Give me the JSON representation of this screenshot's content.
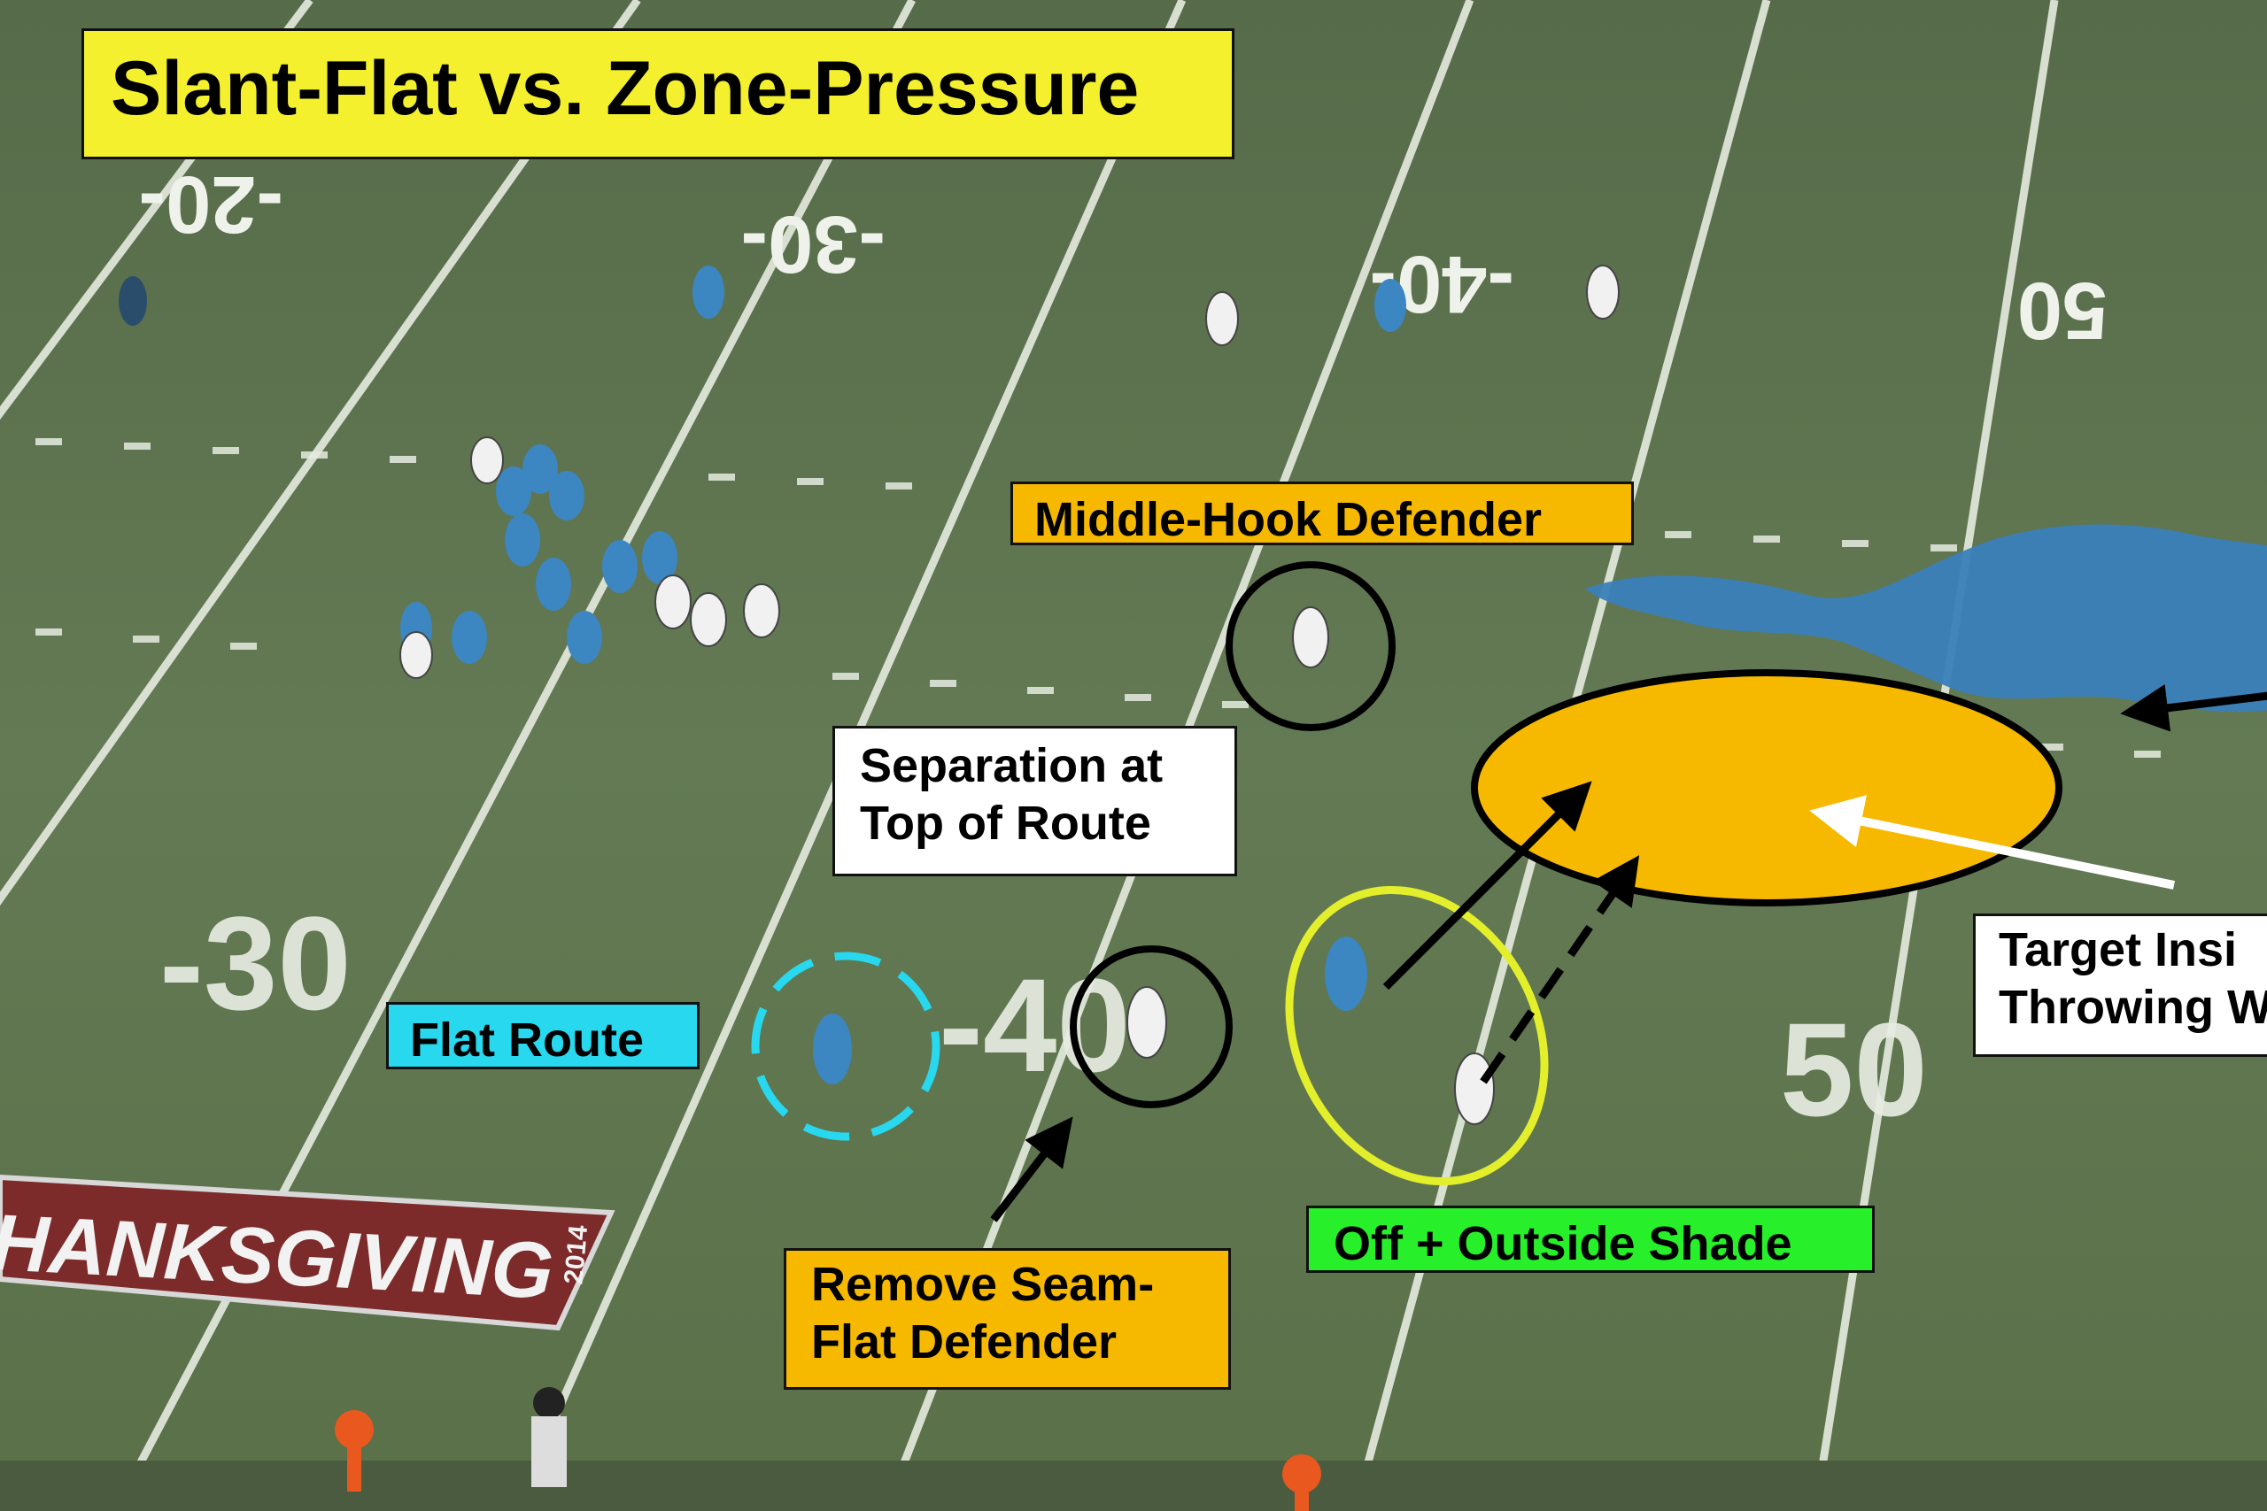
{
  "title": "Slant-Flat vs. Zone-Pressure",
  "yard_numbers_far": [
    "-20-",
    "-30-",
    "-40-",
    "50"
  ],
  "yard_numbers_near": [
    "-30",
    "-40",
    "50"
  ],
  "banner": {
    "text": "HANKSGIVING",
    "year": "2014"
  },
  "labels": {
    "middle_hook": "Middle-Hook Defender",
    "separation": [
      "Separation at",
      "Top of Route"
    ],
    "flat_route": "Flat Route",
    "remove_seam": [
      "Remove Seam-",
      "Flat Defender"
    ],
    "off_outside": "Off + Outside Shade",
    "target": [
      "Target Insi",
      "Throwing W"
    ]
  },
  "colors": {
    "field": "#5f7550",
    "yard_line": "#e6ece0",
    "title_bg": "#f4f02e",
    "orange": "#f7b900",
    "cyan": "#27d8ee",
    "green": "#27f02a",
    "yellow_ring": "#e4ef2b",
    "home_jersey": "#3c86c2",
    "away_jersey": "#f1f1f1",
    "logo": "#3a7fb9"
  },
  "icons": [
    "lion-logo",
    "football-player",
    "yard-marker"
  ]
}
